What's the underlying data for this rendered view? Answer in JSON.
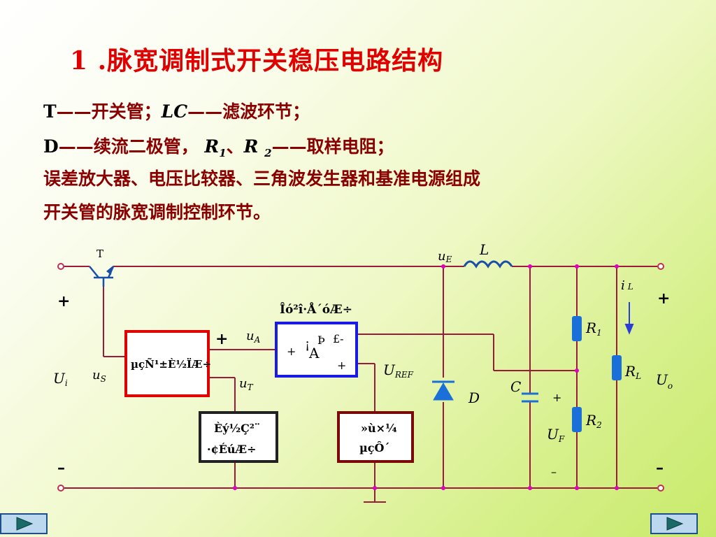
{
  "title": "1 .脉宽调制式开关稳压电路结构",
  "description": {
    "t_symbol": "T",
    "t_desc": "——开关管；",
    "lc_symbol": "LC",
    "lc_desc": "——滤波环节；",
    "d_symbol": "D",
    "d_desc": "——续流二极管，",
    "r1_base": "R",
    "r1_sub": "1",
    "sep": "、",
    "r2_base": "R",
    "r2_sub": "2",
    "r_desc": "——取样电阻；",
    "line3": "误差放大器、电压比较器、三角波发生器和基准电源组成",
    "line4": "开关管的脉宽调制控制环节。"
  },
  "circuit": {
    "labels": {
      "T": "T",
      "uE_base": "u",
      "uE_sub": "E",
      "L": "L",
      "iL_base": "i",
      "iL_sub": "L",
      "plus_left": "+",
      "plus_right": "+",
      "minus_left": "–",
      "minus_right": "–",
      "Ui_base": "U",
      "Ui_sub": "i",
      "uS_base": "u",
      "uS_sub": "S",
      "uA_base": "u",
      "uA_sub": "A",
      "uT_base": "u",
      "uT_sub": "T",
      "plus_comp": "+",
      "UREF_base": "U",
      "UREF_sub": "REF",
      "D": "D",
      "C": "C",
      "plus_cap": "+",
      "UF_base": "U",
      "UF_sub": "F",
      "minus_uf": "–",
      "R1_base": "R",
      "R1_sub": "1",
      "R2_base": "R",
      "R2_sub": "2",
      "RL_base": "R",
      "RL_sub": "L",
      "Uo_base": "U",
      "Uo_sub": "o",
      "ea_title": "Îó²î·Å´óÆ÷",
      "ea_plus_in": "+",
      "ea_minus_in": "£-",
      "ea_plus_out": "+",
      "ea_inner_1": "¡",
      "ea_inner_2": "Þ",
      "ea_inner_3": "A",
      "comp_label": "µçÑ¹±È½ÏÆ÷",
      "tri_line1": "Èý½Ç²¨",
      "tri_line2": "·¢ÉúÆ÷",
      "ref_line1": "»ù×¼",
      "ref_line2": "µçÔ´"
    },
    "colors": {
      "wire": "#9b1b3a",
      "red_box": "#e00000",
      "blue_box": "#1a1ae6",
      "dark_box": "#7a0a0a",
      "component": "#1a70d8",
      "junction": "#e000c0"
    }
  },
  "nav": {
    "prev_icon": "triangle-left-icon",
    "next_icon": "triangle-right-icon"
  }
}
